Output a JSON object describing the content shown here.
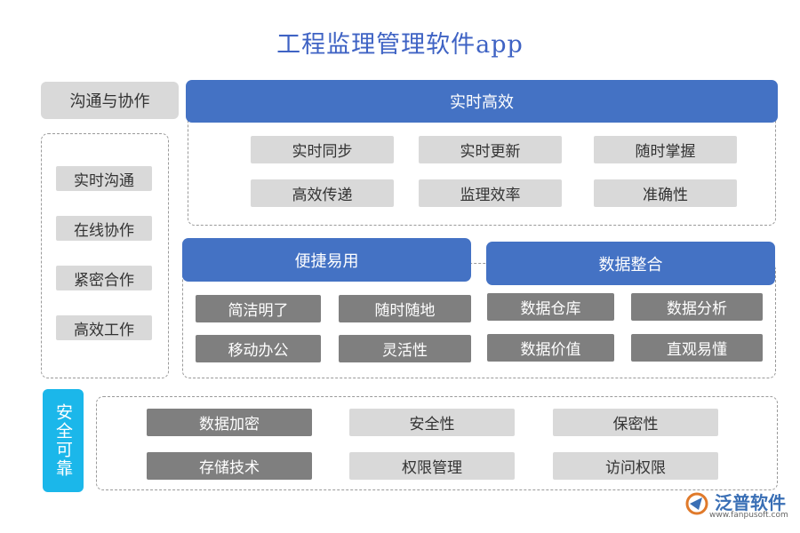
{
  "title": "工程监理管理软件app",
  "communication": {
    "header": "沟通与协作",
    "items": [
      "实时沟通",
      "在线协作",
      "紧密合作",
      "高效工作"
    ]
  },
  "realtime": {
    "header": "实时高效",
    "items": [
      "实时同步",
      "实时更新",
      "随时掌握",
      "高效传递",
      "监理效率",
      "准确性"
    ]
  },
  "convenient": {
    "header": "便捷易用",
    "items": [
      "简洁明了",
      "随时随地",
      "移动办公",
      "灵活性"
    ]
  },
  "data_integration": {
    "header": "数据整合",
    "items": [
      "数据仓库",
      "数据分析",
      "数据价值",
      "直观易懂"
    ]
  },
  "security": {
    "header": "安全可靠",
    "items": [
      "数据加密",
      "安全性",
      "保密性",
      "存储技术",
      "权限管理",
      "访问权限"
    ]
  },
  "logo": {
    "name": "泛普软件",
    "url": "www.fanpusoft.com"
  }
}
